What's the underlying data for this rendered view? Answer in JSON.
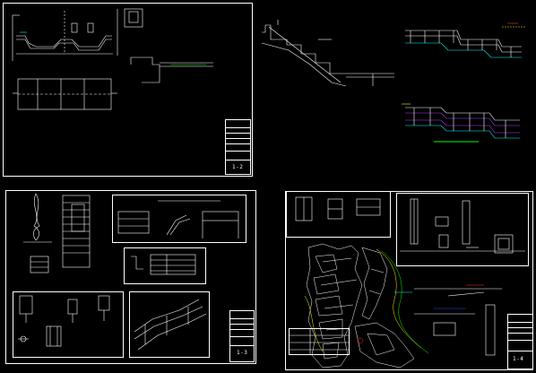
{
  "sheets": {
    "top_left": {
      "sheet_no": "1-2"
    },
    "bottom_left": {
      "sheet_no": "1-3"
    },
    "bottom_right": {
      "sheet_no": "1-4"
    }
  },
  "colors": {
    "background": "#000000",
    "linework": "#ffffff",
    "cyan": "#00ffff",
    "green": "#00ff00",
    "magenta": "#b040ff",
    "yellow": "#ffff00",
    "red": "#ff3030",
    "blue": "#3050ff"
  }
}
